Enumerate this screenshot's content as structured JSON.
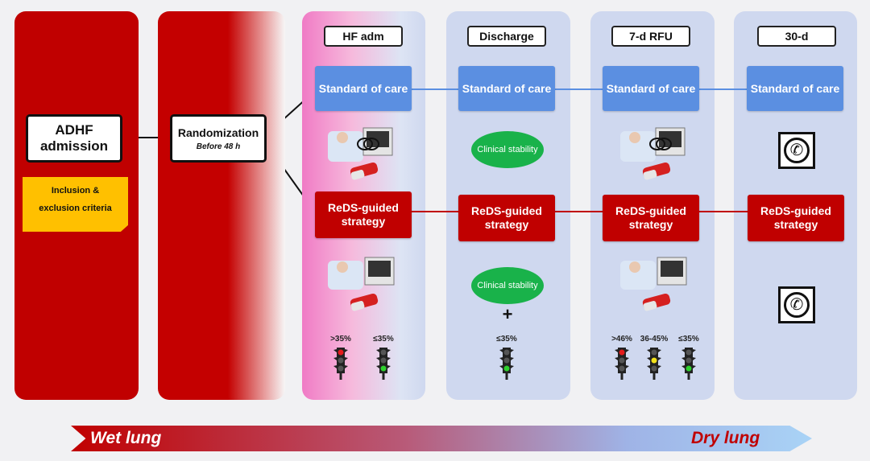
{
  "left": {
    "admission": {
      "line1": "ADHF",
      "line2": "admission"
    },
    "criteria": {
      "line1": "Inclusion &",
      "line2": "exclusion criteria"
    },
    "randomization": {
      "title": "Randomization",
      "subtitle": "Before 48 h"
    }
  },
  "columns": [
    {
      "tag": "HF adm",
      "soc": "Standard of care",
      "reds": "ReDS-guided strategy",
      "pct": [
        ">35%",
        "≤35%"
      ]
    },
    {
      "tag": "Discharge",
      "soc": "Standard of care",
      "reds": "ReDS-guided strategy",
      "clinical_top": "Clinical stability",
      "clinical_bottom": "Clinical stability",
      "plus": "+",
      "pct": [
        "≤35%"
      ]
    },
    {
      "tag": "7-d RFU",
      "soc": "Standard of care",
      "reds": "ReDS-guided strategy",
      "pct": [
        ">46%",
        "36-45%",
        "≤35%"
      ]
    },
    {
      "tag": "30-d",
      "soc": "Standard of care",
      "reds": "ReDS-guided strategy"
    }
  ],
  "phone_icon_glyph": "✆",
  "lung": {
    "wet": "Wet lung",
    "dry": "Dry lung"
  },
  "colors": {
    "red": "#c00000",
    "blue": "#5b8fe1",
    "green": "#19b24a",
    "yellow": "#ffc000",
    "column": "#cfd8ef"
  }
}
